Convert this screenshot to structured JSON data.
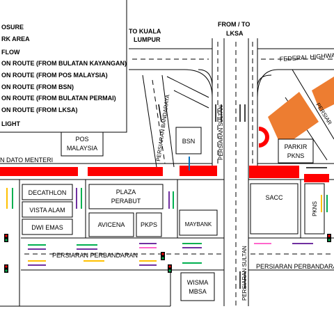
{
  "legend": {
    "items": [
      "OSURE",
      "RK AREA",
      "FLOW",
      "ON ROUTE (FROM BULATAN KAYANGAN)",
      "ON ROUTE (FROM POS MALAYSIA)",
      "ON ROUTE (FROM BSN)",
      "ON ROUTE (FROM BULATAN PERMAI)",
      "ON ROUTE (FROM LKSA)",
      "LIGHT"
    ]
  },
  "destinations": {
    "to_kl_line1": "TO KUALA",
    "to_kl_line2": "LUMPUR",
    "from_lksa_line1": "FROM / TO",
    "from_lksa_line2": "LKSA"
  },
  "roads": {
    "federal_highway": "FEDERAL HIGHWAY",
    "persiaran_bandaraya": "PERSIARAN BANDARAYA",
    "persiaran_sultan_upper": "PERSIARAN SULTAN",
    "persiaran_sultan_lower": "PERSIARAN SULTAN",
    "persiaran_selangor": "PERSIAR",
    "dato_menteri": "N DATO MENTERI",
    "perbandaran_left": "PERSIARAN PERBANDARAN",
    "perbandaran_right": "PERSIARAN PERBANDARA"
  },
  "buildings": {
    "pos_malaysia_line1": "POS",
    "pos_malaysia_line2": "MALAYSIA",
    "bsn": "BSN",
    "parkir_line1": "PARKIR",
    "parkir_line2": "PKNS",
    "decathlon": "DECATHLON",
    "vista_alam": "VISTA ALAM",
    "dwi_emas": "DWI EMAS",
    "plaza_line1": "PLAZA",
    "plaza_line2": "PERABUT",
    "avicena": "AVICENA",
    "pkps": "PKPS",
    "maybank": "MAYBANK",
    "sacc": "SACC",
    "pkns": "PKNS",
    "wisma_line1": "WISMA",
    "wisma_line2": "MBSA"
  },
  "colors": {
    "closure": "#ff0000",
    "building": "#ed7d31",
    "route_kayangan": "#00b050",
    "route_pos": "#7030a0",
    "route_bsn": "#0070c0",
    "route_permai": "#ffc000",
    "route_lksa": "#ff66cc",
    "flow": "#000000"
  }
}
